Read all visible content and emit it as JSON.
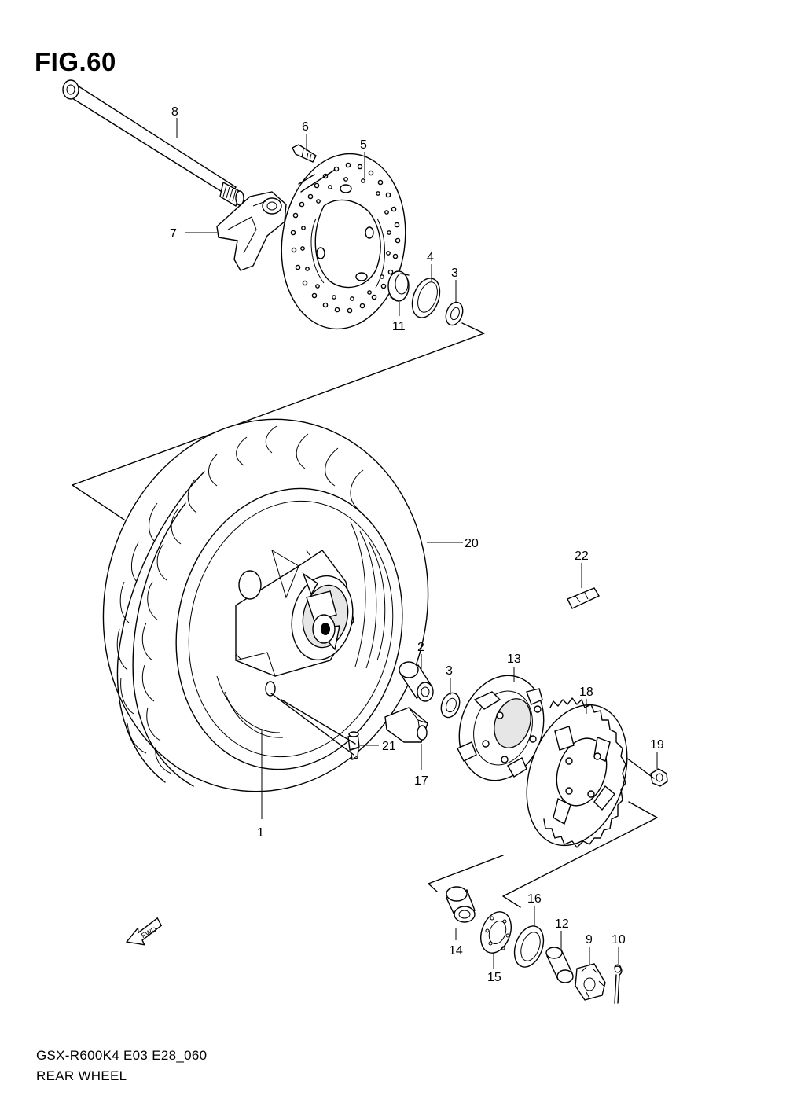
{
  "figure": {
    "title": "FIG.60",
    "model_code": "GSX-R600K4 E03 E28_060",
    "section_name": "REAR WHEEL",
    "fwd_label": "FWD"
  },
  "callouts": [
    "1",
    "2",
    "3",
    "3",
    "4",
    "5",
    "6",
    "7",
    "8",
    "9",
    "10",
    "11",
    "12",
    "13",
    "14",
    "15",
    "16",
    "17",
    "18",
    "19",
    "20",
    "21",
    "22"
  ]
}
